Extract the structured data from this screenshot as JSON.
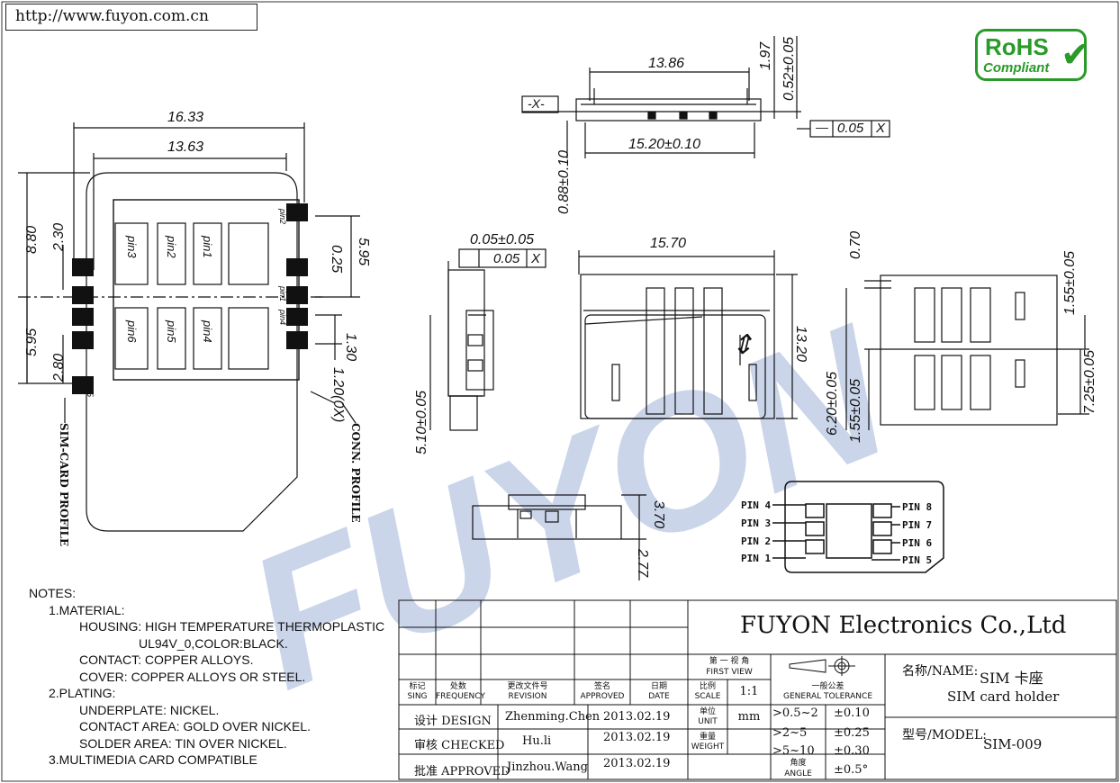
{
  "header": {
    "url": "http://www.fuyon.com.cn",
    "rohs_line1": "RoHS",
    "rohs_line2": "Compliant",
    "watermark": "FUYON"
  },
  "dims": {
    "top_width": "13.86",
    "top_height_a": "1.97",
    "top_height_b": "0.52±0.05",
    "top_datum": "-X-",
    "top_flatness_sym": "—",
    "top_flatness_val": "0.05",
    "top_flatness_ref": "X",
    "top_base_width": "15.20±0.10",
    "top_side_height": "0.88±0.10",
    "left_total_width": "16.33",
    "left_inner_width": "13.63",
    "left_h_880": "8.80",
    "left_h_230": "2.30",
    "left_h_595": "5.95",
    "left_h_280": "2.80",
    "right_h_595": "5.95",
    "right_h_025": "0.25",
    "right_h_130": "1.30",
    "right_h_120": "1.20(0X)",
    "side_flat_tol": "0.05±0.05",
    "side_flat_frame_val": "0.05",
    "side_flat_frame_ref": "X",
    "side_height": "5.10±0.05",
    "front_width": "15.70",
    "front_height": "13.20",
    "bottom_h_370": "3.70",
    "bottom_h_277": "2.77",
    "right_top_070": "0.70",
    "right_155_a": "1.55±0.05",
    "right_155_b": "1.55±0.05",
    "right_620": "6.20±0.05",
    "right_725": "7.25±0.05"
  },
  "layout_labels": {
    "pins_top": [
      "pin3",
      "pin2",
      "pin1"
    ],
    "pins_bottom": [
      "pin6",
      "pin5",
      "pin4"
    ],
    "pad_pin2": "pin2",
    "pad_pin5": "pin5",
    "pad_pin1": "pin1",
    "pad_pin4": "pin4",
    "pad_pin3": "pin3",
    "pad_pin6": "pin6",
    "sim_card_profile": "SIM-CARD PROFILE",
    "conn_profile": "CONN. PROFILE"
  },
  "pinout": {
    "left": [
      "PIN 4",
      "PIN 3",
      "PIN 2",
      "PIN 1"
    ],
    "right": [
      "PIN 8",
      "PIN 7",
      "PIN 6",
      "PIN 5"
    ]
  },
  "notes": {
    "title": "NOTES:",
    "material": "1.MATERIAL:",
    "housing": "HOUSING: HIGH TEMPERATURE THERMOPLASTIC",
    "housing2": "UL94V_0,COLOR:BLACK.",
    "contact": "CONTACT: COPPER ALLOYS.",
    "cover": "COVER: COPPER ALLOYS OR STEEL.",
    "plating": "2.PLATING:",
    "underplate": "UNDERPLATE: NICKEL.",
    "contact_area": "CONTACT AREA: GOLD OVER NICKEL.",
    "solder_area": "SOLDER AREA: TIN OVER NICKEL.",
    "multimedia": "3.MULTIMEDIA CARD COMPATIBLE"
  },
  "title_block": {
    "company": "FUYON Electronics Co.,Ltd",
    "first_view_cn": "第 一 视 角",
    "first_view_en": "FIRST VIEW",
    "col_sign_cn": "标记",
    "col_sign_en": "SING",
    "col_freq_cn": "处数",
    "col_freq_en": "FREQUENCY",
    "col_rev_cn": "更改文件号",
    "col_rev_en": "REVISION",
    "col_appr_cn": "签名",
    "col_appr_en": "APPROVED",
    "col_date_cn": "日期",
    "col_date_en": "DATE",
    "scale_cn": "比例",
    "scale_en": "SCALE",
    "scale_val": "1:1",
    "tol_cn": "一般公差",
    "tol_en": "GENERAL TOLERANCE",
    "unit_cn": "单位",
    "unit_en": "UNIT",
    "unit_val": "mm",
    "weight_cn": "重量",
    "weight_en": "WEIGHT",
    "tol_rows": [
      {
        "range": ">0.5~2",
        "tol": "±0.10"
      },
      {
        "range": ">2~5",
        "tol": "±0.25"
      },
      {
        "range": ">5~10",
        "tol": "±0.30"
      }
    ],
    "angle_cn": "角度",
    "angle_en": "ANGLE",
    "angle_tol": "±0.5°",
    "design_label": "设计 DESIGN",
    "design_name": "Zhenming.Chen",
    "design_date": "2013.02.19",
    "checked_label": "审核 CHECKED",
    "checked_name": "Hu.li",
    "checked_date": "2013.02.19",
    "approved_label": "批准 APPROVED",
    "approved_name": "Jinzhou.Wang",
    "approved_date": "2013.02.19",
    "name_label": "名称/NAME:",
    "name_cn": "SIM 卡座",
    "name_en": "SIM card holder",
    "model_label": "型号/MODEL:",
    "model_val": "SIM-009"
  }
}
